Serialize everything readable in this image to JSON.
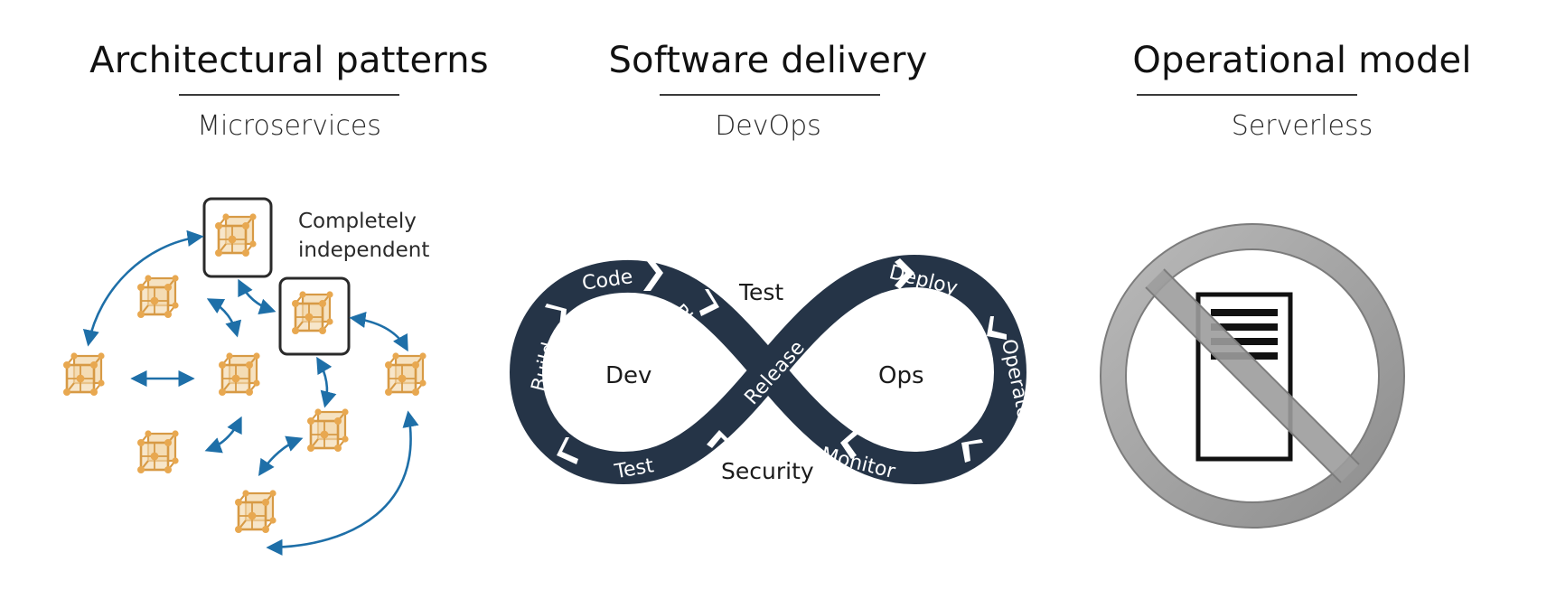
{
  "sections": [
    {
      "title": "Architectural patterns",
      "subtitle": "Microservices"
    },
    {
      "title": "Software delivery",
      "subtitle": "DevOps"
    },
    {
      "title": "Operational model",
      "subtitle": "Serverless"
    }
  ],
  "microservices": {
    "callout": [
      "Completely",
      "independent"
    ]
  },
  "devops": {
    "center_top": "Test",
    "center_bottom": "Security",
    "left_loop": "Dev",
    "right_loop": "Ops",
    "stages": {
      "code": "Code",
      "plan": "Plan",
      "build": "Build",
      "test_bottom": "Test",
      "release": "Release",
      "deploy": "Deploy",
      "operate": "Operate",
      "monitor": "Monitor"
    }
  },
  "colors": {
    "loop": "#253447",
    "cube": "#e0a14a",
    "arrow": "#1e6fa8",
    "circle": "#9a9a9a",
    "server": "#111111"
  },
  "icons": [
    "cube-icon",
    "server-icon",
    "prohibited-sign-icon"
  ]
}
